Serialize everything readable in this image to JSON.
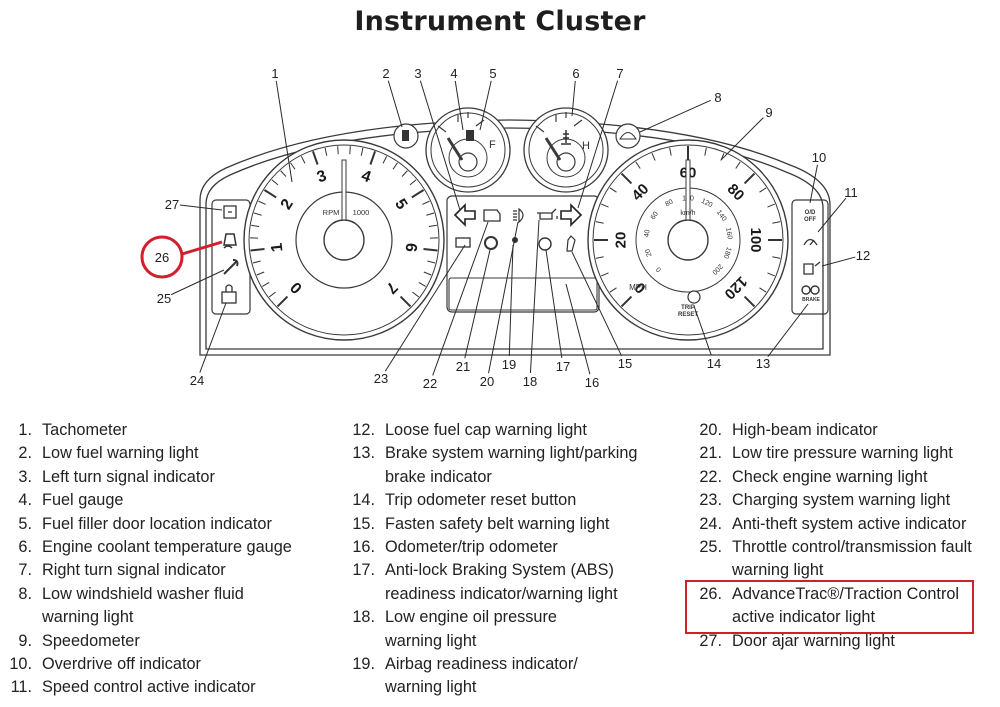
{
  "title": "Instrument Cluster",
  "gauges": {
    "tachometer": {
      "ticks": [
        "0",
        "1",
        "2",
        "3",
        "4",
        "5",
        "6",
        "7"
      ],
      "label": "RPM",
      "multiplier": "1000"
    },
    "speedometer": {
      "outer_ticks": [
        "0",
        "20",
        "40",
        "60",
        "80",
        "100",
        "120"
      ],
      "inner_ticks": [
        "0",
        "20",
        "40",
        "60",
        "80",
        "100",
        "120",
        "140",
        "160",
        "180",
        "200"
      ],
      "unit_mph": "MPH",
      "unit_kmh": "km/h"
    },
    "fuel": {
      "full": "F"
    },
    "temperature": {
      "hot": "H"
    },
    "trip_reset": [
      "TRIP",
      "RESET"
    ],
    "overdrive_off": [
      "O/D",
      "OFF"
    ],
    "ebrake": "BRAKE"
  },
  "callouts": [
    "1",
    "2",
    "3",
    "4",
    "5",
    "6",
    "7",
    "8",
    "9",
    "10",
    "11",
    "12",
    "13",
    "14",
    "15",
    "16",
    "17",
    "18",
    "19",
    "20",
    "21",
    "22",
    "23",
    "24",
    "25",
    "26",
    "27"
  ],
  "legend": [
    [
      {
        "num": "1.",
        "text": "Tachometer"
      },
      {
        "num": "2.",
        "text": "Low fuel warning light"
      },
      {
        "num": "3.",
        "text": "Left turn signal indicator"
      },
      {
        "num": "4.",
        "text": "Fuel gauge"
      },
      {
        "num": "5.",
        "text": "Fuel filler door location indicator"
      },
      {
        "num": "6.",
        "text": "Engine coolant temperature gauge"
      },
      {
        "num": "7.",
        "text": "Right turn signal indicator"
      },
      {
        "num": "8.",
        "text": "Low windshield washer fluid",
        "cont": "warning light"
      },
      {
        "num": "9.",
        "text": "Speedometer"
      },
      {
        "num": "10.",
        "text": "Overdrive off indicator"
      },
      {
        "num": "11.",
        "text": "Speed control active indicator"
      }
    ],
    [
      {
        "num": "12.",
        "text": "Loose fuel cap warning light"
      },
      {
        "num": "13.",
        "text": "Brake system warning light/parking",
        "cont": "brake indicator"
      },
      {
        "num": "14.",
        "text": "Trip odometer reset button"
      },
      {
        "num": "15.",
        "text": "Fasten safety belt warning light"
      },
      {
        "num": "16.",
        "text": "Odometer/trip odometer"
      },
      {
        "num": "17.",
        "text": "Anti-lock Braking System (ABS)",
        "cont": "readiness indicator/warning light"
      },
      {
        "num": "18.",
        "text": "Low engine oil pressure",
        "cont": "warning light"
      },
      {
        "num": "19.",
        "text": "Airbag readiness indicator/",
        "cont": "warning light"
      }
    ],
    [
      {
        "num": "20.",
        "text": "High-beam indicator"
      },
      {
        "num": "21.",
        "text": "Low tire pressure warning light"
      },
      {
        "num": "22.",
        "text": "Check engine warning light"
      },
      {
        "num": "23.",
        "text": "Charging system warning light"
      },
      {
        "num": "24.",
        "text": "Anti-theft system active indicator"
      },
      {
        "num": "25.",
        "text": "Throttle control/transmission fault",
        "cont": "warning light"
      },
      {
        "num": "26.",
        "text": "AdvanceTrac®/Traction Control",
        "cont": "active indicator light"
      },
      {
        "num": "27.",
        "text": "Door ajar warning light"
      }
    ]
  ],
  "colors": {
    "highlight": "#d21f2c",
    "line": "#2a2a2a"
  }
}
